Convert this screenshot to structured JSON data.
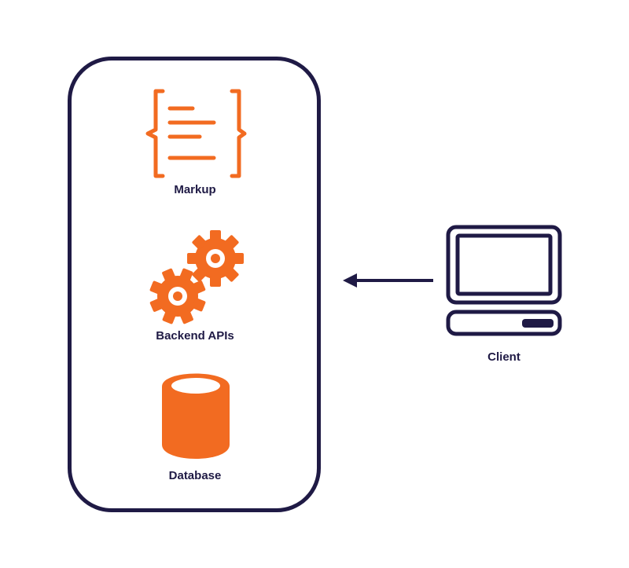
{
  "colors": {
    "accent": "#f26b21",
    "ink": "#1f1a45",
    "background": "#ffffff"
  },
  "server": {
    "components": [
      {
        "label": "Markup",
        "icon": "code-braces-icon"
      },
      {
        "label": "Backend APIs",
        "icon": "gears-icon"
      },
      {
        "label": "Database",
        "icon": "database-icon"
      }
    ]
  },
  "client": {
    "label": "Client",
    "icon": "desktop-computer-icon"
  },
  "connection": {
    "direction": "client-to-server",
    "icon": "arrow-left-icon"
  }
}
